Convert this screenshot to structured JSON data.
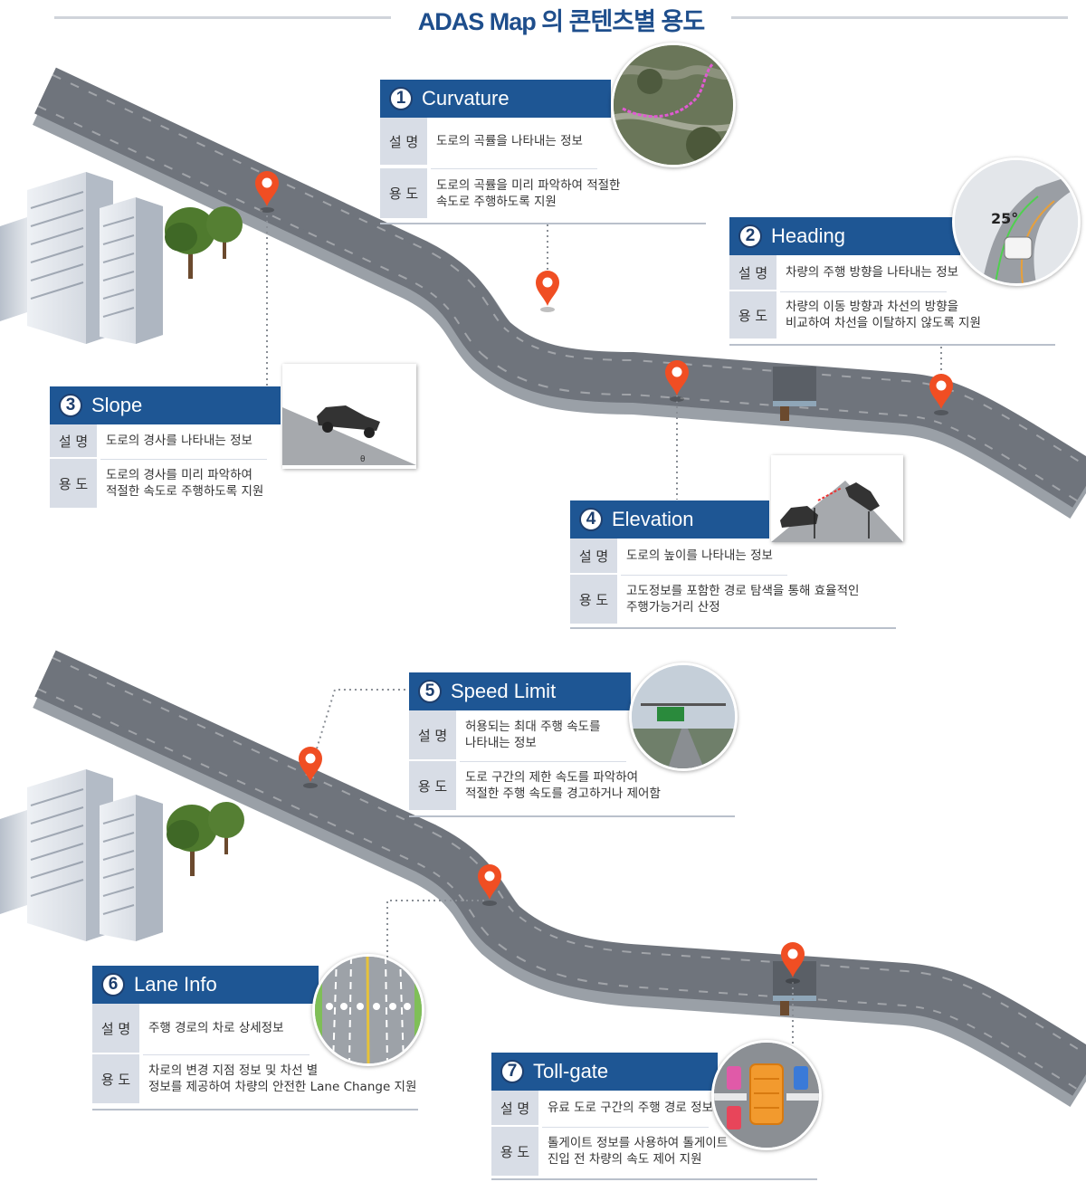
{
  "title": "ADAS Map 의 콘텐츠별 용도",
  "row_labels": {
    "desc": "설 명",
    "use": "용 도"
  },
  "cards": [
    {
      "num": "1",
      "name": "Curvature",
      "desc": "도로의 곡률을 나타내는 정보",
      "use": "도로의 곡률을 미리 파악하여 적절한\n속도로 주행하도록 지원"
    },
    {
      "num": "2",
      "name": "Heading",
      "desc": "차량의 주행 방향을 나타내는 정보",
      "use": "차량의 이동 방향과 차선의 방향을\n비교하여 차선을 이탈하지 않도록 지원"
    },
    {
      "num": "3",
      "name": "Slope",
      "desc": "도로의 경사를 나타내는 정보",
      "use": "도로의 경사를 미리 파악하여\n적절한 속도로 주행하도록 지원"
    },
    {
      "num": "4",
      "name": "Elevation",
      "desc": "도로의 높이를 나타내는 정보",
      "use": "고도정보를 포함한 경로 탐색을 통해 효율적인\n주행가능거리 산정"
    },
    {
      "num": "5",
      "name": "Speed Limit",
      "desc": "허용되는 최대 주행 속도를\n나타내는 정보",
      "use": "도로 구간의 제한 속도를 파악하여\n적절한 주행 속도를 경고하거나 제어함"
    },
    {
      "num": "6",
      "name": "Lane Info",
      "desc": "주행 경로의 차로 상세정보",
      "use": "차로의 변경 지점 정보 및 차선 별\n정보를 제공하여 차량의 안전한 Lane Change 지원"
    },
    {
      "num": "7",
      "name": "Toll-gate",
      "desc": "유료 도로 구간의 주행 경로 정보",
      "use": "톨게이트 정보를 사용하여 톨게이트\n진입 전 차량의 속도 제어 지원"
    }
  ],
  "heading_angle": "25°",
  "slope_symbol": "θ",
  "colors": {
    "title": "#1e4e8c",
    "header": "#1e5694",
    "label_bg": "#d8dde6",
    "pin": "#f04e23",
    "road": "#7c8087"
  },
  "icons": [
    "map-pin-icon",
    "building-icon",
    "tree-icon",
    "toll-gate-icon",
    "car-icon"
  ]
}
